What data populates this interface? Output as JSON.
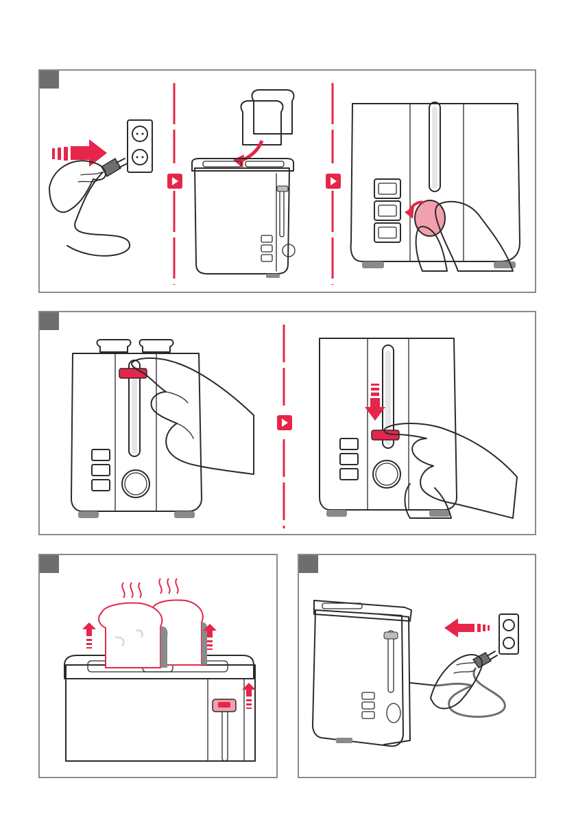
{
  "colors": {
    "accent": "#e5264a",
    "accent_light": "#f2a0ae",
    "frame": "#8a8a8a",
    "badge": "#6e6e6e",
    "ink": "#2a2a2a",
    "shade": "#ececec"
  },
  "steps": [
    {
      "id": "plug-in-insert-bread-set-browning",
      "panels": 3
    },
    {
      "id": "press-lever-down",
      "panels": 2
    },
    {
      "id": "toast-pops-up",
      "panels": 1
    },
    {
      "id": "unplug",
      "panels": 1
    }
  ],
  "icons": [
    "plug-icon",
    "wall-socket-icon",
    "bread-slice-icon",
    "toaster-icon",
    "browning-dial-icon",
    "lever-icon",
    "hand-icon",
    "arrow-icon",
    "steam-icon",
    "next-step-marker-icon"
  ]
}
